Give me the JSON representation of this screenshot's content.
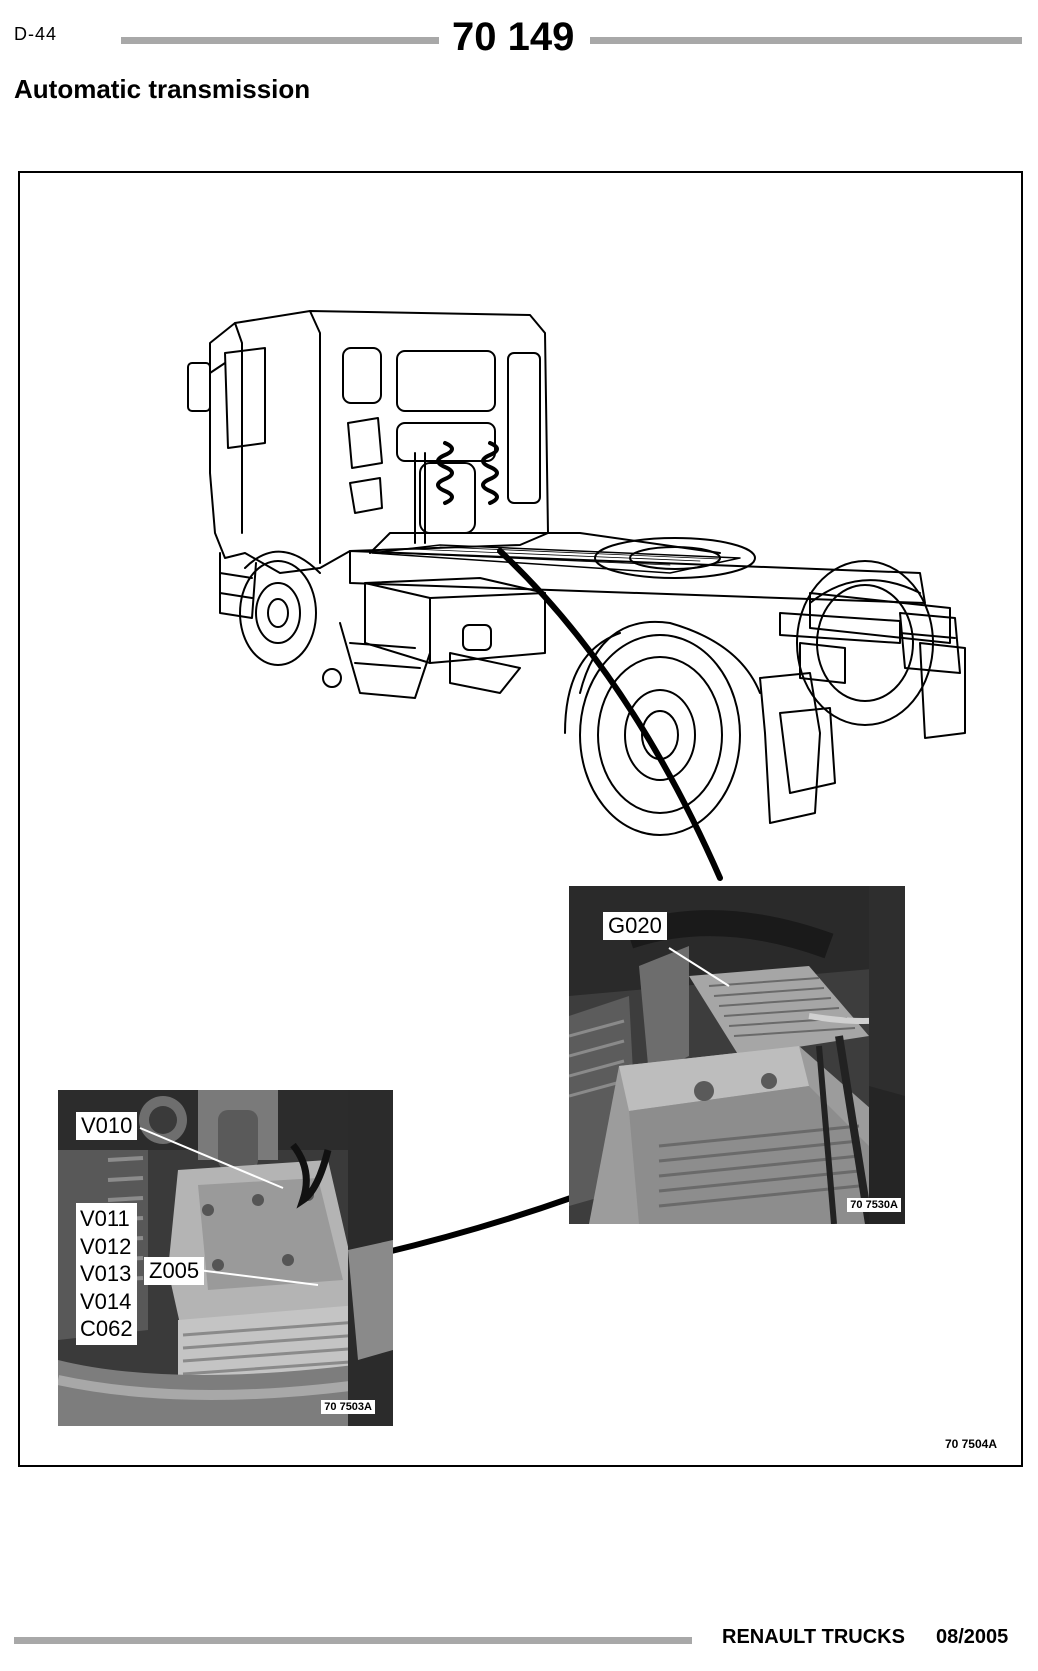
{
  "header": {
    "page_code": "D-44",
    "page_number": "70 149",
    "section_title": "Automatic transmission"
  },
  "figure": {
    "figure_ref": "70 7504A",
    "engine_photo": {
      "ref": "70 7503A",
      "top_label": "V010",
      "stack_labels": [
        "V011",
        "V012",
        "V013",
        "V014",
        "C062"
      ],
      "side_label": "Z005"
    },
    "gearbox_photo": {
      "ref": "70 7530A",
      "label": "G020"
    }
  },
  "footer": {
    "brand": "RENAULT TRUCKS",
    "date": "08/2005"
  }
}
